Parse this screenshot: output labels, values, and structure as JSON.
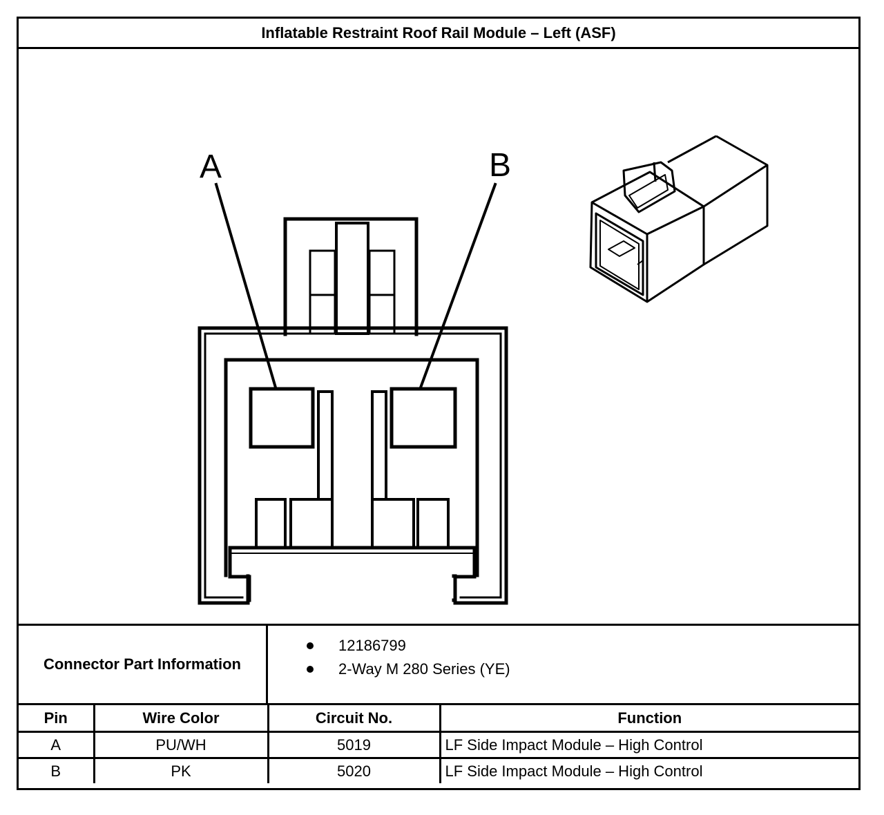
{
  "title": "Inflatable Restraint Roof Rail Module – Left (ASF)",
  "callouts": {
    "a": "A",
    "b": "B"
  },
  "connector_info": {
    "label": "Connector Part Information",
    "items": [
      "12186799",
      "2-Way M 280 Series (YE)"
    ]
  },
  "pin_table": {
    "headers": {
      "pin": "Pin",
      "wire_color": "Wire Color",
      "circuit": "Circuit No.",
      "function": "Function"
    },
    "rows": [
      {
        "pin": "A",
        "wire_color": "PU/WH",
        "circuit": "5019",
        "function": "LF Side Impact Module – High Control"
      },
      {
        "pin": "B",
        "wire_color": "PK",
        "circuit": "5020",
        "function": "LF Side Impact Module – High Control"
      }
    ]
  }
}
